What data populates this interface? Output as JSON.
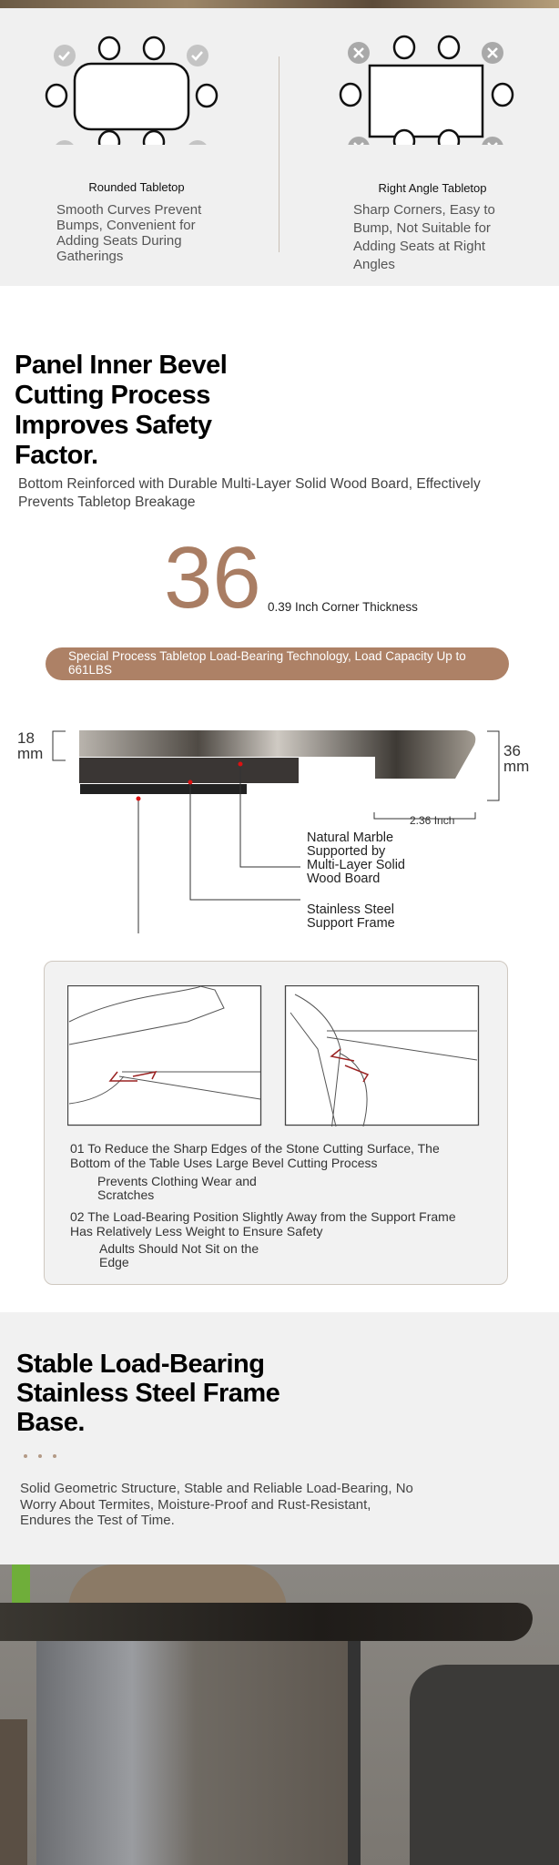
{
  "comparison": {
    "rounded": {
      "title": "Rounded Tabletop",
      "description": "Smooth Curves Prevent Bumps, Convenient for Adding Seats During Gatherings",
      "corner_icon": "check-icon"
    },
    "right_angle": {
      "title": "Right Angle Tabletop",
      "description": "Sharp Corners, Easy to Bump, Not Suitable for Adding Seats at Right Angles",
      "corner_icon": "x-icon"
    }
  },
  "bevel_section": {
    "heading": "Panel Inner Bevel Cutting Process Improves Safety Factor.",
    "subtitle": "Bottom Reinforced with Durable Multi-Layer Solid Wood Board, Effectively Prevents Tabletop Breakage",
    "big_number": "36",
    "big_number_caption": "0.39 Inch Corner Thickness",
    "pill_text": "Special Process Tabletop Load-Bearing Technology, Load Capacity Up to 661LBS",
    "accent_color": "#ad8166"
  },
  "diagram": {
    "left_dim": "18 mm",
    "right_dim": "36 mm",
    "width_dim": "2.36 Inch",
    "labels": [
      "Natural Marble Supported by Multi-Layer Solid Wood Board",
      "Stainless Steel Support Frame"
    ]
  },
  "card": {
    "note1_main": "01 To Reduce the Sharp Edges of the Stone Cutting Surface, The Bottom of the Table Uses Large Bevel Cutting Process",
    "note1_sub": "Prevents Clothing Wear and Scratches",
    "note2_main": "02 The Load-Bearing Position Slightly Away from the Support Frame Has Relatively Less Weight to Ensure Safety",
    "note2_sub": "Adults Should Not Sit on the Edge"
  },
  "frame_section": {
    "heading": "Stable Load-Bearing Stainless Steel Frame Base.",
    "subtitle": "Solid Geometric Structure, Stable and Reliable Load-Bearing, No Worry About Termites, Moisture-Proof and Rust-Resistant, Endures the Test of Time."
  }
}
